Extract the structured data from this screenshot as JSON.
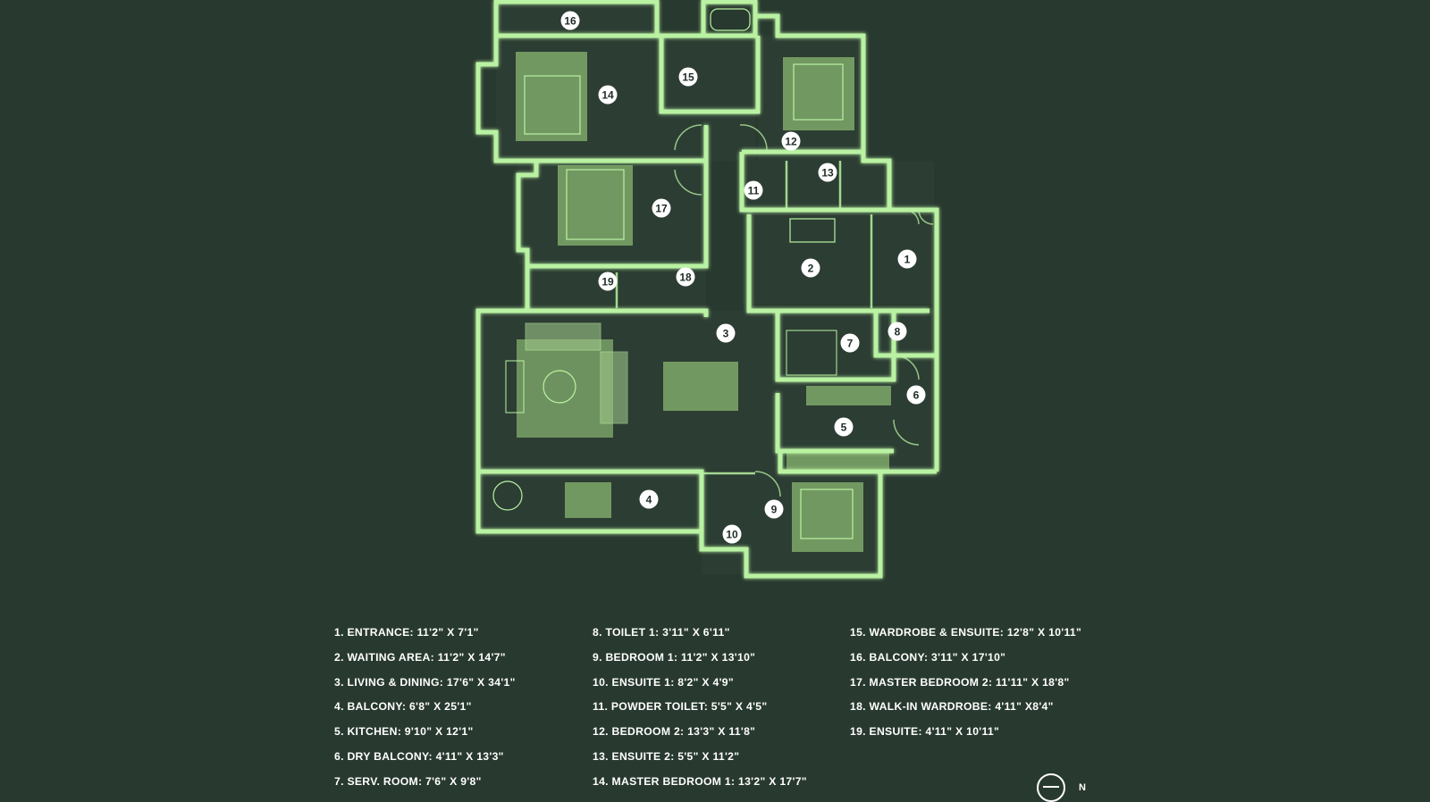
{
  "colors": {
    "background": "#28392f",
    "wall": "#b9f2a2",
    "wall_glow": "#7be36a",
    "floor_dark": "#2c3d33",
    "furniture": "#7fa86a",
    "furniture_light": "#9ec488",
    "badge": "#ffffff",
    "text": "#ffffff"
  },
  "rooms": [
    {
      "number": "1",
      "name": "ENTRANCE",
      "size": "11'2\" X 7'1\""
    },
    {
      "number": "2",
      "name": "WAITING AREA",
      "size": "11'2\" X 14'7\""
    },
    {
      "number": "3",
      "name": "LIVING & DINING",
      "size": "17'6\" X 34'1\""
    },
    {
      "number": "4",
      "name": "BALCONY",
      "size": "6'8\" X 25'1\""
    },
    {
      "number": "5",
      "name": "KITCHEN",
      "size": "9'10\" X 12'1\""
    },
    {
      "number": "6",
      "name": "DRY BALCONY",
      "size": "4'11\" X 13'3\""
    },
    {
      "number": "7",
      "name": "SERV. ROOM",
      "size": "7'6\" X 9'8\""
    },
    {
      "number": "8",
      "name": "TOILET 1",
      "size": "3'11\" X 6'11\""
    },
    {
      "number": "9",
      "name": "BEDROOM 1",
      "size": "11'2\" X 13'10\""
    },
    {
      "number": "10",
      "name": "ENSUITE 1",
      "size": "8'2\" X 4'9\""
    },
    {
      "number": "11",
      "name": "POWDER TOILET",
      "size": "5'5\" X 4'5\""
    },
    {
      "number": "12",
      "name": "BEDROOM 2",
      "size": "13'3\" X 11'8\""
    },
    {
      "number": "13",
      "name": "ENSUITE 2",
      "size": "5'5\" X 11'2\""
    },
    {
      "number": "14",
      "name": "MASTER BEDROOM 1",
      "size": "13'2\" X 17'7\""
    },
    {
      "number": "15",
      "name": "WARDROBE & ENSUITE",
      "size": "12'8\" X 10'11\""
    },
    {
      "number": "16",
      "name": "BALCONY",
      "size": "3'11\" X 17'10\""
    },
    {
      "number": "17",
      "name": "MASTER BEDROOM 2",
      "size": "11'11\" X 18'8\""
    },
    {
      "number": "18",
      "name": "WALK-IN WARDROBE",
      "size": "4'11\" X8'4\""
    },
    {
      "number": "19",
      "name": "ENSUITE",
      "size": "4'11\" X 10'11\""
    }
  ],
  "legend": {
    "col1": [
      "1. ENTRANCE: 11'2\" X 7'1\"",
      "2. WAITING AREA: 11'2\" X 14'7\"",
      "3. LIVING & DINING: 17'6\" X 34'1\"",
      "4. BALCONY: 6'8\" X 25'1\"",
      "5. KITCHEN: 9'10\" X 12'1\"",
      "6. DRY BALCONY: 4'11\" X 13'3\"",
      "7. SERV. ROOM: 7'6\" X 9'8\""
    ],
    "col2": [
      "8. TOILET 1: 3'11\" X 6'11\"",
      "9. BEDROOM 1: 11'2\" X 13'10\"",
      "10. ENSUITE 1: 8'2\" X 4'9\"",
      "11. POWDER TOILET: 5'5\" X 4'5\"",
      "12. BEDROOM 2: 13'3\" X 11'8\"",
      "13. ENSUITE 2: 5'5\" X 11'2\"",
      "14. MASTER BEDROOM 1: 13'2\" X 17'7\""
    ],
    "col3": [
      "15. WARDROBE & ENSUITE: 12'8\" X 10'11\"",
      "16. BALCONY: 3'11\" X 17'10\"",
      "17. MASTER BEDROOM 2: 11'11\" X 18'8\"",
      "18. WALK-IN WARDROBE: 4'11\" X8'4\"",
      "19. ENSUITE: 4'11\" X 10'11\""
    ]
  },
  "compass": {
    "label": "N",
    "icon": "compass-icon"
  }
}
